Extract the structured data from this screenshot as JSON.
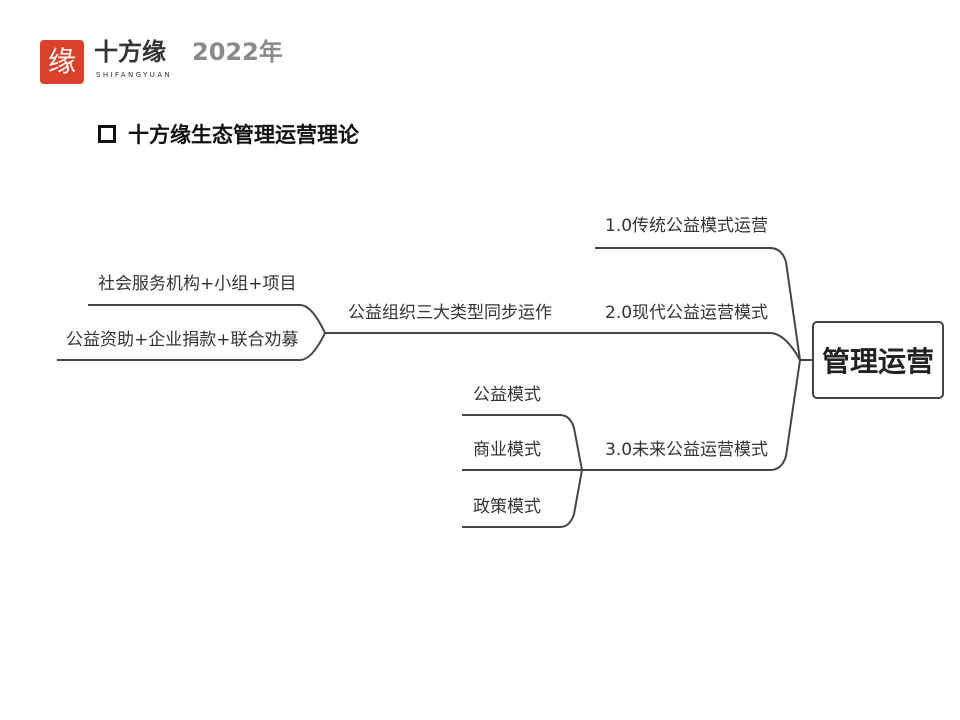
{
  "header": {
    "logo_glyph": "缘",
    "brand": "十方缘",
    "brand_pinyin": "SHIFANGYUAN",
    "year": "2022年"
  },
  "title": "十方缘生态管理运营理论",
  "mindmap": {
    "root": "管理运营",
    "branches": [
      {
        "label": "1.0传统公益模式运营"
      },
      {
        "label": "2.0现代公益运营模式",
        "child": "公益组织三大类型同步运作",
        "grandchildren": [
          "社会服务机构+小组+项目",
          "公益资助+企业捐款+联合劝募"
        ]
      },
      {
        "label": "3.0未来公益运营模式",
        "children": [
          "公益模式",
          "商业模式",
          "政策模式"
        ]
      }
    ]
  }
}
